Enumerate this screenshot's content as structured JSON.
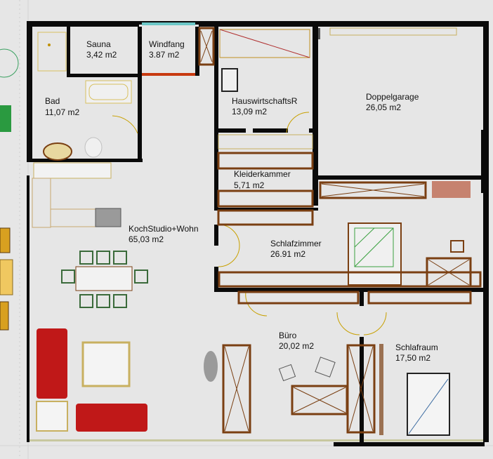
{
  "rooms": [
    {
      "name": "Sauna",
      "area": "3,42 m2"
    },
    {
      "name": "Windfang",
      "area": "3.87 m2"
    },
    {
      "name": "Bad",
      "area": "11,07 m2"
    },
    {
      "name": "HauswirtschaftsR",
      "area": "13,09 m2"
    },
    {
      "name": "Doppelgarage",
      "area": "26,05 m2"
    },
    {
      "name": "Kleiderkammer",
      "area": "5,71 m2"
    },
    {
      "name": "KochStudio+Wohn",
      "area": "65,03 m2"
    },
    {
      "name": "Schlafzimmer",
      "area": "26.91 m2"
    },
    {
      "name": "Büro",
      "area": "20,02 m2"
    },
    {
      "name": "Schlafraum",
      "area": "17,50 m2"
    }
  ],
  "colors": {
    "floor": "#e6e6e6",
    "wall": "#0a0a0a",
    "furniture_wood": "#7a3f12",
    "sofa": "#c01818",
    "plant": "#3aa040",
    "door_swing": "#c8a000",
    "window": "#6cc7c7"
  }
}
